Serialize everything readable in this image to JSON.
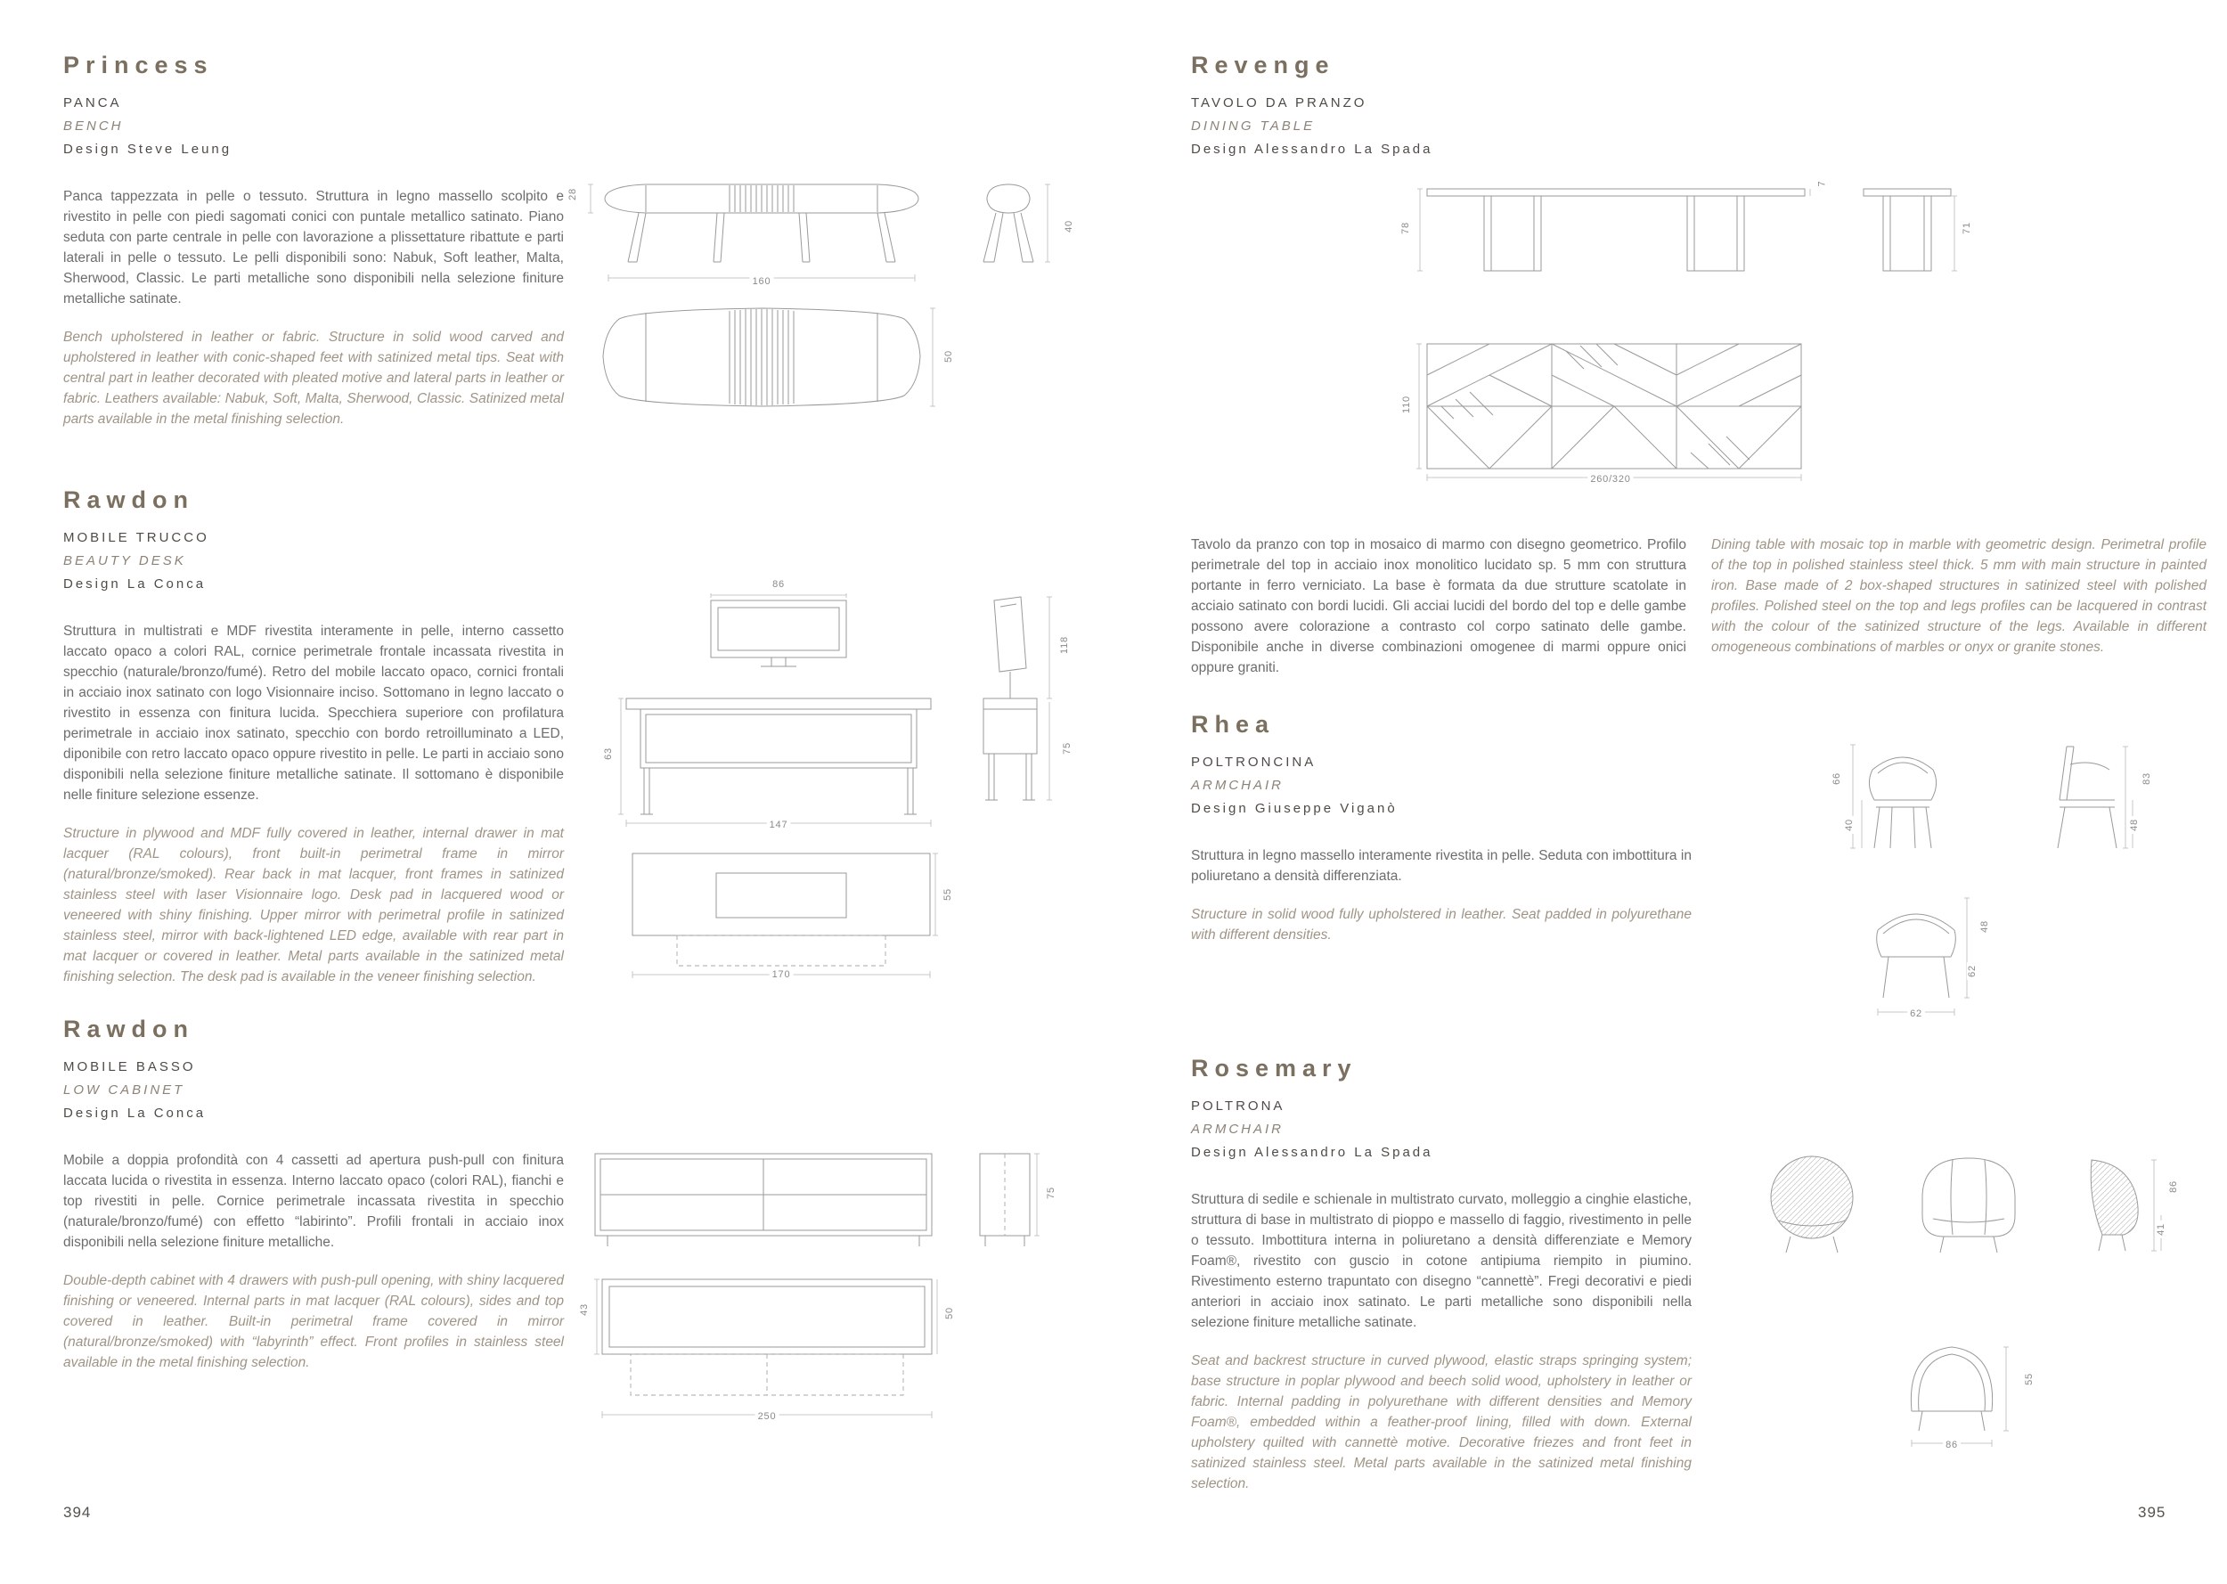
{
  "page": {
    "left_number": "394",
    "right_number": "395"
  },
  "products": {
    "princess": {
      "title": "Princess",
      "category_it": "PANCA",
      "category_en": "BENCH",
      "designer": "Design Steve Leung",
      "description_it": "Panca tappezzata in pelle o tessuto. Struttura in legno massello scolpito e rivestito in pelle con piedi sagomati conici con puntale metallico satinato. Piano seduta con parte centrale in pelle con lavorazione a plissettature ribattute e parti laterali in pelle o tessuto. Le pelli disponibili sono: Nabuk, Soft leather, Malta, Sherwood, Classic. Le parti metalliche sono disponibili nella selezione finiture metalliche satinate.",
      "description_en": "Bench upholstered in leather or fabric. Structure in solid wood carved and upholstered in leather with conic-shaped feet with satinized metal tips. Seat with central part in leather decorated with pleated motive and lateral parts in leather or fabric. Leathers available: Nabuk, Soft, Malta, Sherwood, Classic. Satinized metal parts available in the metal finishing selection.",
      "dims": {
        "seat": "28",
        "width": "160",
        "height": "40",
        "depth": "50"
      }
    },
    "rawdon_desk": {
      "title": "Rawdon",
      "category_it": "MOBILE TRUCCO",
      "category_en": "BEAUTY DESK",
      "designer": "Design La Conca",
      "description_it": "Struttura in multistrati e MDF rivestita interamente in pelle, interno cassetto laccato opaco a colori RAL, cornice perimetrale frontale incassata rivestita in specchio (naturale/bronzo/fumé). Retro del mobile laccato opaco, cornici frontali in acciaio inox satinato con logo Visionnaire inciso. Sottomano in legno laccato o rivestito in essenza con finitura lucida. Specchiera superiore con profilatura perimetrale in acciaio inox satinato, specchio con bordo retroilluminato a LED, diponibile con retro laccato opaco oppure rivestito in pelle. Le parti in acciaio sono disponibili nella selezione finiture metalliche satinate. Il sottomano è disponibile nelle finiture selezione essenze.",
      "description_en": "Structure in plywood and MDF fully covered in leather, internal drawer in mat lacquer (RAL colours), front built-in perimetral frame in mirror (natural/bronze/smoked). Rear back in mat lacquer, front frames in satinized stainless steel with laser Visionnaire logo. Desk pad in lacquered wood or veneered with shiny finishing. Upper mirror with perimetral profile in satinized stainless steel, mirror with back-lightened LED edge, available with rear part in mat lacquer or covered in leather. Metal parts available in the satinized metal finishing selection. The desk pad is available in the veneer finishing selection.",
      "dims": {
        "mirror_width": "86",
        "height": "63",
        "width": "147",
        "total_height": "118",
        "desk_height": "75",
        "pad_width": "170",
        "pad_depth": "55"
      }
    },
    "rawdon_cabinet": {
      "title": "Rawdon",
      "category_it": "MOBILE BASSO",
      "category_en": "LOW CABINET",
      "designer": "Design La Conca",
      "description_it": "Mobile a doppia profondità con 4 cassetti ad apertura push-pull con finitura laccata lucida o rivestita in essenza. Interno laccato opaco (colori RAL), fianchi e top rivestiti in pelle. Cornice perimetrale incassata rivestita in specchio (naturale/bronzo/fumé) con effetto “labirinto”. Profili frontali in acciaio inox disponibili nella selezione finiture metalliche.",
      "description_en": "Double-depth cabinet with 4 drawers with push-pull opening, with shiny lacquered finishing or veneered. Internal parts in mat lacquer (RAL colours), sides and top covered in leather. Built-in perimetral frame covered in mirror (natural/bronze/smoked) with “labyrinth” effect. Front profiles in stainless steel available in the metal finishing selection.",
      "dims": {
        "depth_side": "75",
        "height": "43",
        "depth": "50",
        "width": "250"
      }
    },
    "revenge": {
      "title": "Revenge",
      "category_it": "TAVOLO DA PRANZO",
      "category_en": "DINING TABLE",
      "designer": "Design Alessandro La Spada",
      "description_it": "Tavolo da pranzo con top in mosaico di marmo con disegno geometrico. Profilo perimetrale del top in acciaio inox monolitico lucidato sp. 5 mm con struttura portante in ferro verniciato. La base è formata da due strutture scatolate in acciaio satinato con bordi lucidi. Gli acciai lucidi del bordo del top e delle gambe possono avere colorazione a contrasto col corpo satinato delle gambe. Disponibile anche in diverse combinazioni omogenee di marmi oppure onici oppure graniti.",
      "description_en": "Dining table with mosaic top in marble with geometric design. Perimetral profile of the top in polished stainless steel thick. 5 mm with main structure in painted iron. Base made of 2 box-shaped structures in satinized steel with polished profiles. Polished steel on the top and legs profiles can be lacquered in contrast with the colour of the satinized structure of the legs. Available in different omogeneous combinations of marbles or onyx or granite stones.",
      "dims": {
        "height": "78",
        "top_thickness": "7",
        "leg_height": "71",
        "depth": "110",
        "width": "260/320"
      }
    },
    "rhea": {
      "title": "Rhea",
      "category_it": "POLTRONCINA",
      "category_en": "ARMCHAIR",
      "designer": "Design Giuseppe Viganò",
      "description_it": "Struttura in legno massello interamente rivestita in pelle. Seduta con imbottitura in poliuretano a densità differenziata.",
      "description_en": "Structure in solid wood fully upholstered in leather. Seat padded in polyurethane with different densities.",
      "dims": {
        "arm_height": "66",
        "seat_height": "40",
        "height": "83",
        "depth": "48",
        "back_height": "48",
        "width": "62",
        "seat_width": "62"
      }
    },
    "rosemary": {
      "title": "Rosemary",
      "category_it": "POLTRONA",
      "category_en": "ARMCHAIR",
      "designer": "Design Alessandro La Spada",
      "description_it": "Struttura di sedile e schienale in multistrato curvato, molleggio a cinghie elastiche, struttura di base in multistrato di pioppo e massello di faggio, rivestimento in pelle o tessuto. Imbottitura interna in poliuretano a densità differenziate e Memory Foam®, rivestito con guscio in cotone antipiuma riempito in piumino. Rivestimento esterno trapuntato con disegno “cannettè”. Fregi decorativi e piedi anteriori in acciaio inox satinato. Le parti metalliche sono disponibili nella selezione finiture metalliche satinate.",
      "description_en": "Seat and backrest structure in curved plywood, elastic straps springing system; base structure in poplar plywood and beech solid wood, upholstery in leather or fabric. Internal padding in polyurethane with different densities and Memory Foam®, embedded within a feather-proof lining, filled with down. External upholstery quilted with cannettè motive. Decorative friezes and front feet in satinized stainless steel. Metal parts available in the satinized metal finishing selection.",
      "dims": {
        "height": "86",
        "seat_height": "41",
        "shell_height": "55",
        "width": "86"
      }
    }
  }
}
